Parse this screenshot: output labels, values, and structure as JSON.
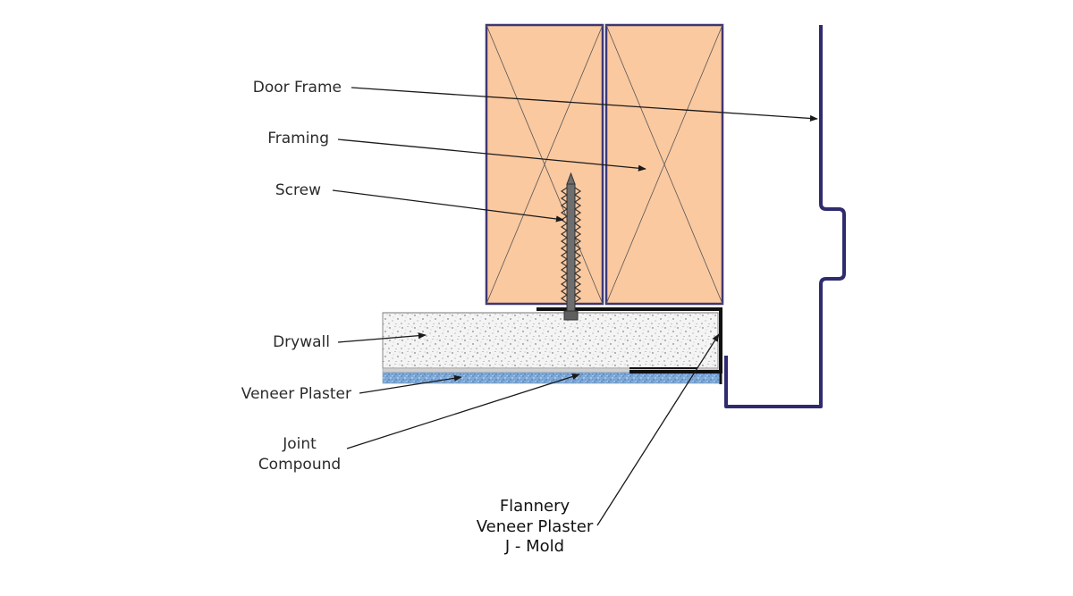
{
  "labels": {
    "door_frame": "Door Frame",
    "framing": "Framing",
    "screw": "Screw",
    "drywall": "Drywall",
    "veneer_plaster": "Veneer Plaster",
    "joint_compound_line1": "Joint",
    "joint_compound_line2": "Compound",
    "jmold_line1": "Flannery",
    "jmold_line2": "Veneer Plaster",
    "jmold_line3": "J - Mold"
  },
  "colors": {
    "framing_fill": "#fbc9a0",
    "framing_stroke": "#3d3773",
    "door_frame_stroke": "#2f2b6e",
    "drywall_fill": "#f4f4f4",
    "veneer_fill": "#7ea9d8",
    "joint_compound_fill": "#cfcfcf",
    "jmold_stroke": "#111111",
    "screw_fill": "#6e6e6e",
    "leader_line": "#1a1a1a"
  }
}
